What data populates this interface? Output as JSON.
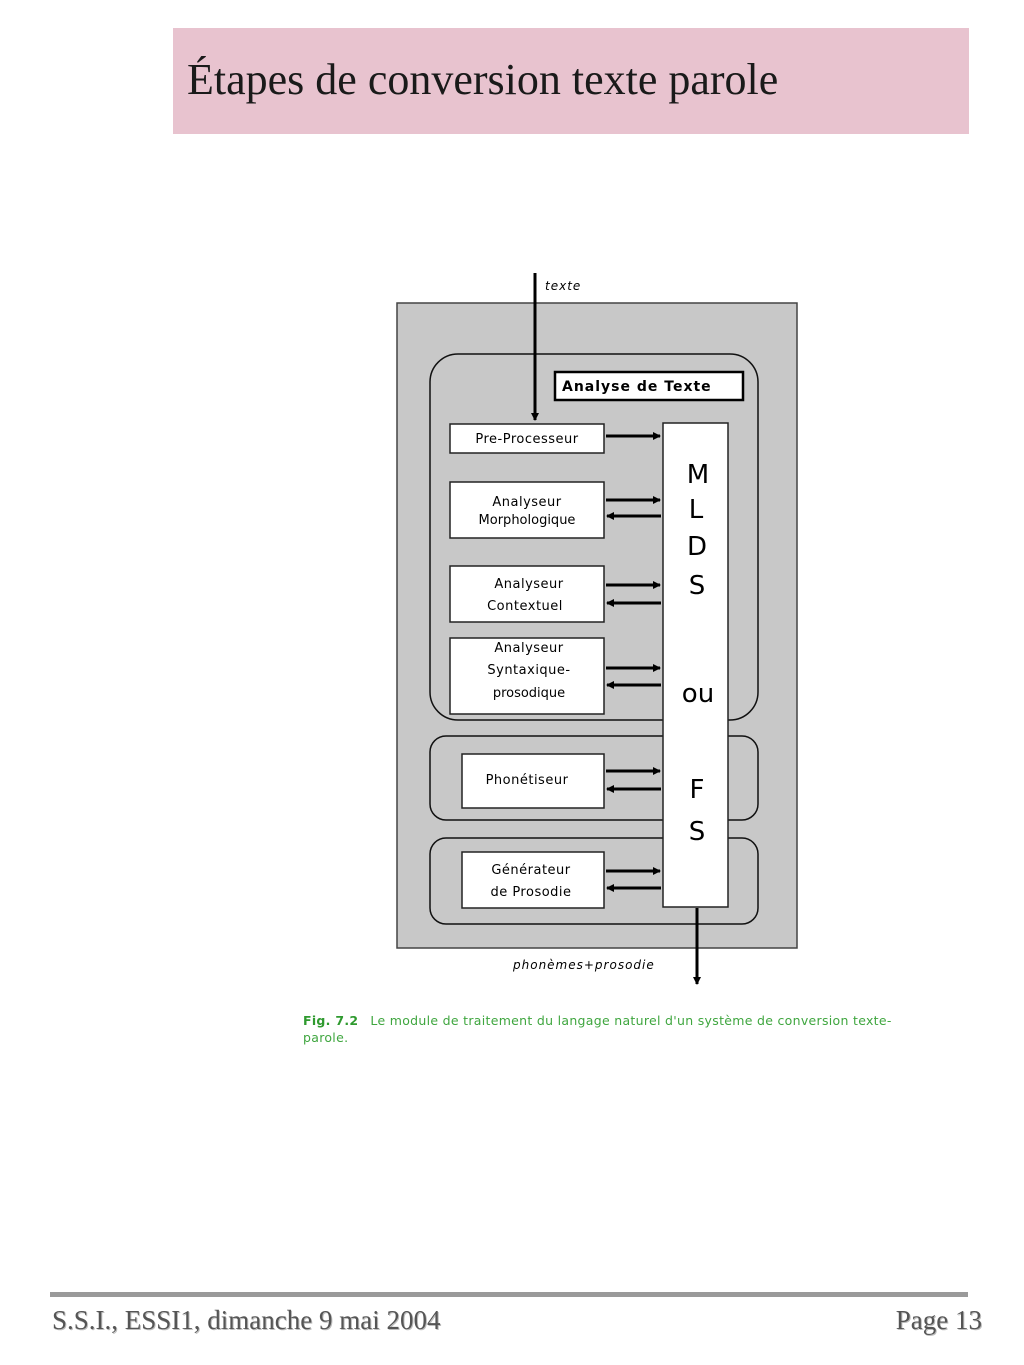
{
  "slide": {
    "title": "Étapes de conversion texte parole"
  },
  "diagram": {
    "input_label": "texte",
    "output_label": "phonèmes+prosodie",
    "group_title": "Analyse de Texte",
    "modules": {
      "preprocesseur": [
        "Pre-Processeur"
      ],
      "morphologique": [
        "Analyseur",
        "Morphologique"
      ],
      "contextuel": [
        "Analyseur",
        "Contextuel"
      ],
      "syntaxique": [
        "Analyseur",
        "Syntaxique-",
        "prosodique"
      ],
      "phonetiseur": [
        "Phonétiseur"
      ],
      "prosodie": [
        "Générateur",
        "de Prosodie"
      ]
    },
    "mlds_letters": [
      "M",
      "L",
      "D",
      "S",
      "ou",
      "F",
      "S"
    ]
  },
  "caption": {
    "fig_label": "Fig. 7.2",
    "text": "Le module de traitement du langage naturel d'un système de conversion texte-parole."
  },
  "footer": {
    "left": "S.S.I., ESSI1, dimanche 9 mai 2004",
    "right": "Page 13"
  },
  "colors": {
    "title_bg": "#e8c3cf",
    "diagram_bg": "#c8c8c8",
    "caption_text": "#3fa63f",
    "footer_rule": "#9a9a9a"
  }
}
